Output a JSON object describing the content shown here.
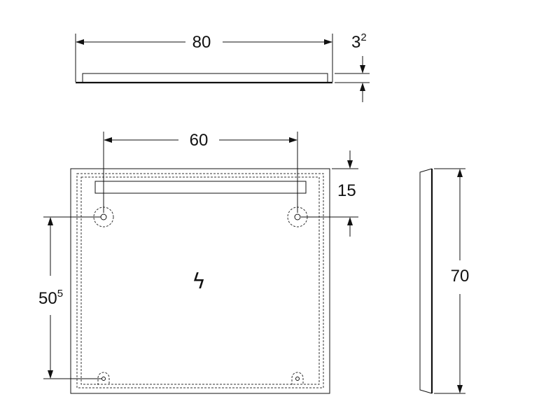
{
  "drawing": {
    "top_view": {
      "width_label": "80",
      "depth_label_base": "3",
      "depth_label_sup": "2"
    },
    "front_view": {
      "hole_spacing_label": "60",
      "top_offset_label": "15",
      "vertical_spacing_base": "50",
      "vertical_spacing_sup": "5",
      "power_symbol": "ϟ"
    },
    "side_view": {
      "height_label": "70"
    }
  }
}
